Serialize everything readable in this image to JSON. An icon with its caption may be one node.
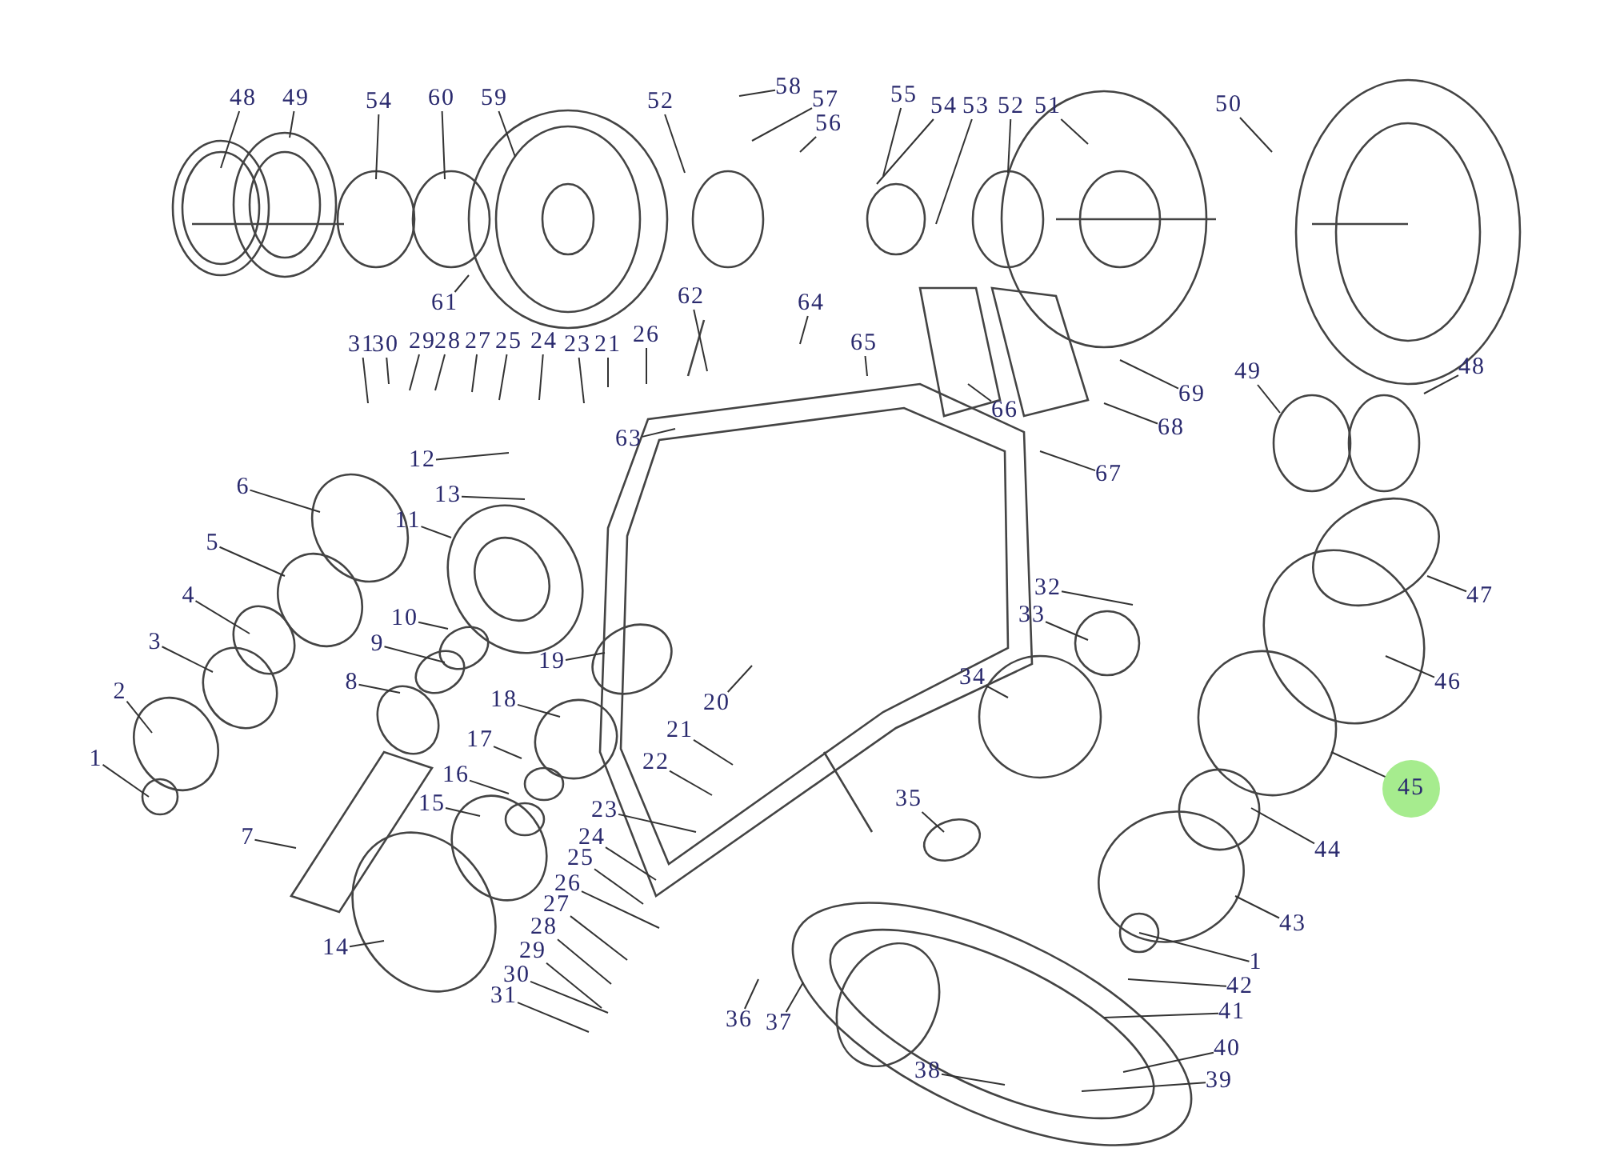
{
  "diagram": {
    "nodes": [
      {
        "text": [
          "48"
        ]
      },
      {
        "text": [
          "49"
        ]
      },
      {
        "text": [
          "54"
        ]
      },
      {
        "text": [
          "60"
        ]
      },
      {
        "text": [
          "59"
        ]
      },
      {
        "text": [
          "52"
        ]
      },
      {
        "text": [
          "58"
        ]
      },
      {
        "text": [
          "57"
        ]
      },
      {
        "text": [
          "56"
        ]
      },
      {
        "text": [
          "55"
        ]
      },
      {
        "text": [
          "54"
        ]
      },
      {
        "text": [
          "53"
        ]
      },
      {
        "text": [
          "52"
        ]
      },
      {
        "text": [
          "51"
        ]
      },
      {
        "text": [
          "50"
        ]
      },
      {
        "text": [
          "61"
        ]
      },
      {
        "text": [
          "31"
        ]
      },
      {
        "text": [
          "30"
        ]
      },
      {
        "text": [
          "29"
        ]
      },
      {
        "text": [
          "28"
        ]
      },
      {
        "text": [
          "27"
        ]
      },
      {
        "text": [
          "25"
        ]
      },
      {
        "text": [
          "24"
        ]
      },
      {
        "text": [
          "23"
        ]
      },
      {
        "text": [
          "21"
        ]
      },
      {
        "text": [
          "26"
        ]
      },
      {
        "text": [
          "62"
        ]
      },
      {
        "text": [
          "63"
        ]
      },
      {
        "text": [
          "64"
        ]
      },
      {
        "text": [
          "65"
        ]
      },
      {
        "text": [
          "66"
        ]
      },
      {
        "text": [
          "69"
        ]
      },
      {
        "text": [
          "68"
        ]
      },
      {
        "text": [
          "67"
        ]
      },
      {
        "text": [
          "49"
        ]
      },
      {
        "text": [
          "48"
        ]
      },
      {
        "text": [
          "12"
        ]
      },
      {
        "text": [
          "13"
        ]
      },
      {
        "text": [
          "11"
        ]
      },
      {
        "text": [
          "6"
        ]
      },
      {
        "text": [
          "5"
        ]
      },
      {
        "text": [
          "4"
        ]
      },
      {
        "text": [
          "3"
        ]
      },
      {
        "text": [
          "2"
        ]
      },
      {
        "text": [
          "1"
        ]
      },
      {
        "text": [
          "10"
        ]
      },
      {
        "text": [
          "9"
        ]
      },
      {
        "text": [
          "8"
        ]
      },
      {
        "text": [
          "19"
        ]
      },
      {
        "text": [
          "20"
        ]
      },
      {
        "text": [
          "18"
        ]
      },
      {
        "text": [
          "17"
        ]
      },
      {
        "text": [
          "16"
        ]
      },
      {
        "text": [
          "15"
        ]
      },
      {
        "text": [
          "21"
        ]
      },
      {
        "text": [
          "22"
        ]
      },
      {
        "text": [
          "23"
        ]
      },
      {
        "text": [
          "24"
        ]
      },
      {
        "text": [
          "25"
        ]
      },
      {
        "text": [
          "26"
        ]
      },
      {
        "text": [
          "27"
        ]
      },
      {
        "text": [
          "28"
        ]
      },
      {
        "text": [
          "29"
        ]
      },
      {
        "text": [
          "30"
        ]
      },
      {
        "text": [
          "31"
        ]
      },
      {
        "text": [
          "7"
        ]
      },
      {
        "text": [
          "14"
        ]
      },
      {
        "text": [
          "32"
        ]
      },
      {
        "text": [
          "33"
        ]
      },
      {
        "text": [
          "34"
        ]
      },
      {
        "text": [
          "35"
        ]
      },
      {
        "text": [
          "47"
        ]
      },
      {
        "text": [
          "46"
        ]
      },
      {
        "text": [
          "45"
        ]
      },
      {
        "text": [
          "44"
        ]
      },
      {
        "text": [
          "43"
        ]
      },
      {
        "text": [
          "1"
        ]
      },
      {
        "text": [
          "42"
        ]
      },
      {
        "text": [
          "41"
        ]
      },
      {
        "text": [
          "40"
        ]
      },
      {
        "text": [
          "39"
        ]
      },
      {
        "text": [
          "38"
        ]
      },
      {
        "text": [
          "36"
        ]
      },
      {
        "text": [
          "37"
        ]
      }
    ],
    "edges": [
      {
        "from": 0,
        "to": null,
        "arrow": "none"
      },
      {
        "from": 1,
        "to": null,
        "arrow": "none"
      },
      {
        "from": 2,
        "to": null,
        "arrow": "none"
      },
      {
        "from": 3,
        "to": null,
        "arrow": "none"
      },
      {
        "from": 4,
        "to": null,
        "arrow": "none"
      },
      {
        "from": 5,
        "to": null,
        "arrow": "none"
      },
      {
        "from": 6,
        "to": null,
        "arrow": "none"
      },
      {
        "from": 7,
        "to": null,
        "arrow": "none"
      },
      {
        "from": 8,
        "to": null,
        "arrow": "none"
      },
      {
        "from": 9,
        "to": null,
        "arrow": "none"
      },
      {
        "from": 10,
        "to": null,
        "arrow": "none"
      },
      {
        "from": 11,
        "to": null,
        "arrow": "none"
      },
      {
        "from": 12,
        "to": null,
        "arrow": "none"
      },
      {
        "from": 13,
        "to": null,
        "arrow": "none"
      },
      {
        "from": 14,
        "to": null,
        "arrow": "none"
      },
      {
        "from": 15,
        "to": null,
        "arrow": "none"
      },
      {
        "from": 16,
        "to": null,
        "arrow": "none"
      },
      {
        "from": 17,
        "to": null,
        "arrow": "none"
      },
      {
        "from": 18,
        "to": null,
        "arrow": "none"
      },
      {
        "from": 19,
        "to": null,
        "arrow": "none"
      },
      {
        "from": 20,
        "to": null,
        "arrow": "none"
      },
      {
        "from": 21,
        "to": null,
        "arrow": "none"
      },
      {
        "from": 22,
        "to": null,
        "arrow": "none"
      },
      {
        "from": 23,
        "to": null,
        "arrow": "none"
      },
      {
        "from": 24,
        "to": null,
        "arrow": "none"
      },
      {
        "from": 25,
        "to": null,
        "arrow": "none"
      },
      {
        "from": 26,
        "to": null,
        "arrow": "none"
      },
      {
        "from": 27,
        "to": null,
        "arrow": "none"
      },
      {
        "from": 28,
        "to": null,
        "arrow": "none"
      },
      {
        "from": 29,
        "to": null,
        "arrow": "none"
      },
      {
        "from": 30,
        "to": null,
        "arrow": "none"
      },
      {
        "from": 31,
        "to": null,
        "arrow": "none"
      },
      {
        "from": 32,
        "to": null,
        "arrow": "none"
      },
      {
        "from": 33,
        "to": null,
        "arrow": "none"
      },
      {
        "from": 34,
        "to": null,
        "arrow": "none"
      },
      {
        "from": 35,
        "to": null,
        "arrow": "none"
      },
      {
        "from": 36,
        "to": null,
        "arrow": "none"
      },
      {
        "from": 37,
        "to": null,
        "arrow": "none"
      },
      {
        "from": 38,
        "to": null,
        "arrow": "none"
      },
      {
        "from": 39,
        "to": null,
        "arrow": "none"
      },
      {
        "from": 40,
        "to": null,
        "arrow": "none"
      },
      {
        "from": 41,
        "to": null,
        "arrow": "none"
      },
      {
        "from": 42,
        "to": null,
        "arrow": "none"
      },
      {
        "from": 43,
        "to": null,
        "arrow": "none"
      },
      {
        "from": 44,
        "to": null,
        "arrow": "none"
      },
      {
        "from": 45,
        "to": null,
        "arrow": "none"
      },
      {
        "from": 46,
        "to": null,
        "arrow": "none"
      },
      {
        "from": 47,
        "to": null,
        "arrow": "none"
      },
      {
        "from": 48,
        "to": null,
        "arrow": "none"
      },
      {
        "from": 49,
        "to": null,
        "arrow": "none"
      },
      {
        "from": 50,
        "to": null,
        "arrow": "none"
      },
      {
        "from": 51,
        "to": null,
        "arrow": "none"
      },
      {
        "from": 52,
        "to": null,
        "arrow": "none"
      },
      {
        "from": 53,
        "to": null,
        "arrow": "none"
      },
      {
        "from": 54,
        "to": null,
        "arrow": "none"
      },
      {
        "from": 55,
        "to": null,
        "arrow": "none"
      },
      {
        "from": 56,
        "to": null,
        "arrow": "none"
      },
      {
        "from": 57,
        "to": null,
        "arrow": "none"
      },
      {
        "from": 58,
        "to": null,
        "arrow": "none"
      },
      {
        "from": 59,
        "to": null,
        "arrow": "none"
      },
      {
        "from": 60,
        "to": null,
        "arrow": "none"
      },
      {
        "from": 61,
        "to": null,
        "arrow": "none"
      },
      {
        "from": 62,
        "to": null,
        "arrow": "none"
      },
      {
        "from": 63,
        "to": null,
        "arrow": "none"
      },
      {
        "from": 64,
        "to": null,
        "arrow": "none"
      },
      {
        "from": 65,
        "to": null,
        "arrow": "none"
      },
      {
        "from": 66,
        "to": null,
        "arrow": "none"
      },
      {
        "from": 67,
        "to": null,
        "arrow": "none"
      },
      {
        "from": 68,
        "to": null,
        "arrow": "none"
      },
      {
        "from": 69,
        "to": null,
        "arrow": "none"
      },
      {
        "from": 70,
        "to": null,
        "arrow": "none"
      },
      {
        "from": 71,
        "to": null,
        "arrow": "none"
      },
      {
        "from": 72,
        "to": null,
        "arrow": "none"
      },
      {
        "from": 73,
        "to": null,
        "arrow": "none"
      },
      {
        "from": 74,
        "to": null,
        "arrow": "none"
      },
      {
        "from": 75,
        "to": null,
        "arrow": "none"
      },
      {
        "from": 76,
        "to": null,
        "arrow": "none"
      },
      {
        "from": 77,
        "to": null,
        "arrow": "none"
      },
      {
        "from": 78,
        "to": null,
        "arrow": "none"
      },
      {
        "from": 79,
        "to": null,
        "arrow": "none"
      },
      {
        "from": 80,
        "to": null,
        "arrow": "none"
      },
      {
        "from": 81,
        "to": null,
        "arrow": "none"
      },
      {
        "from": 82,
        "to": null,
        "arrow": "none"
      },
      {
        "from": 83,
        "to": null,
        "arrow": "none"
      }
    ]
  }
}
